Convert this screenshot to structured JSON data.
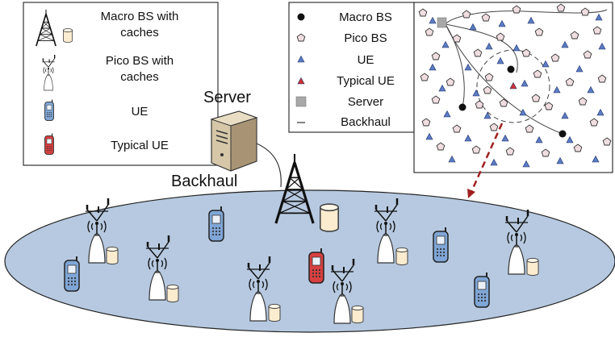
{
  "legend_left": {
    "macro_bs_line1": "Macro BS with",
    "macro_bs_line2": "caches",
    "pico_bs_line1": "Pico BS with",
    "pico_bs_line2": "caches",
    "ue": "UE",
    "typical_ue": "Typical UE"
  },
  "legend_right": {
    "macro_bs": "Macro BS",
    "pico_bs": "Pico BS",
    "ue": "UE",
    "typical_ue": "Typical UE",
    "server": "Server",
    "backhaul": "Backhaul"
  },
  "labels": {
    "server": "Server",
    "backhaul": "Backhaul"
  },
  "colors": {
    "ellipse_fill": "#b6c9e0",
    "ue_blue": "#7fa6d6",
    "ue_red": "#d94040",
    "pico_pentagon": "#f0dde0",
    "ue_triangle": "#5b7cc4",
    "typical_triangle": "#d03030",
    "server_square": "#a8a8a8",
    "arrow": "#a02020"
  }
}
